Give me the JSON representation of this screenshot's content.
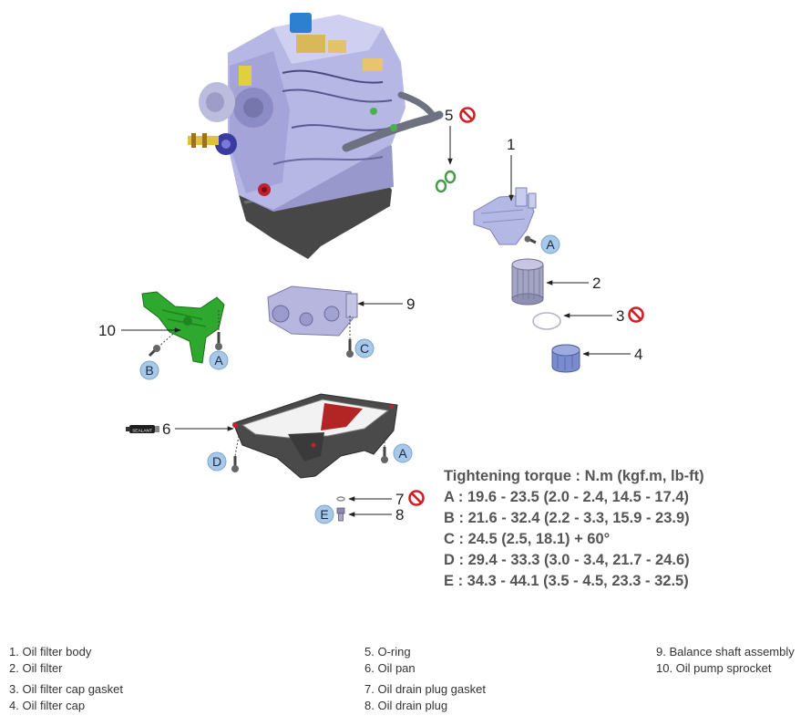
{
  "callouts": {
    "c1": "1",
    "c2": "2",
    "c3": "3",
    "c4": "4",
    "c5": "5",
    "c6": "6",
    "c7": "7",
    "c8": "8",
    "c9": "9",
    "c10": "10"
  },
  "badges": {
    "a_filter": "A",
    "a_pump": "A",
    "b_pump": "B",
    "c_balance": "C",
    "d_pan": "D",
    "a_pan": "A",
    "e_plug": "E"
  },
  "torque": {
    "title": "Tightening torque : N.m (kgf.m, lb-ft)",
    "rows": [
      "A : 19.6 - 23.5 (2.0 - 2.4, 14.5 - 17.4)",
      "B : 21.6 - 32.4 (2.2 - 3.3, 15.9 - 23.9)",
      "C : 24.5 (2.5, 18.1) + 60°",
      "D : 29.4 - 33.3 (3.0 - 3.4, 21.7 - 24.6)",
      "E : 34.3 - 44.1 (3.5 - 4.5, 23.3 - 32.5)"
    ]
  },
  "legend": {
    "col1": [
      "1. Oil filter body",
      "2. Oil filter",
      "3. Oil filter cap gasket",
      "4. Oil filter cap"
    ],
    "col2": [
      "5. O-ring",
      "6. Oil pan",
      "7. Oil drain plug gasket",
      "8. Oil drain plug"
    ],
    "col3": [
      "9. Balance shaft assembly",
      "10. Oil pump sprocket"
    ]
  },
  "tube_label": "SEALANT",
  "colors": {
    "engine_block": "#b7b7e6",
    "oil_pan": "#4a4a4a",
    "pump_green": "#2ea82e",
    "badge_fill": "#a8c8ea",
    "no_reuse_red": "#d21f26"
  },
  "icons": {
    "no_reuse": "prohibition-icon",
    "badge": "torque-badge-icon"
  }
}
